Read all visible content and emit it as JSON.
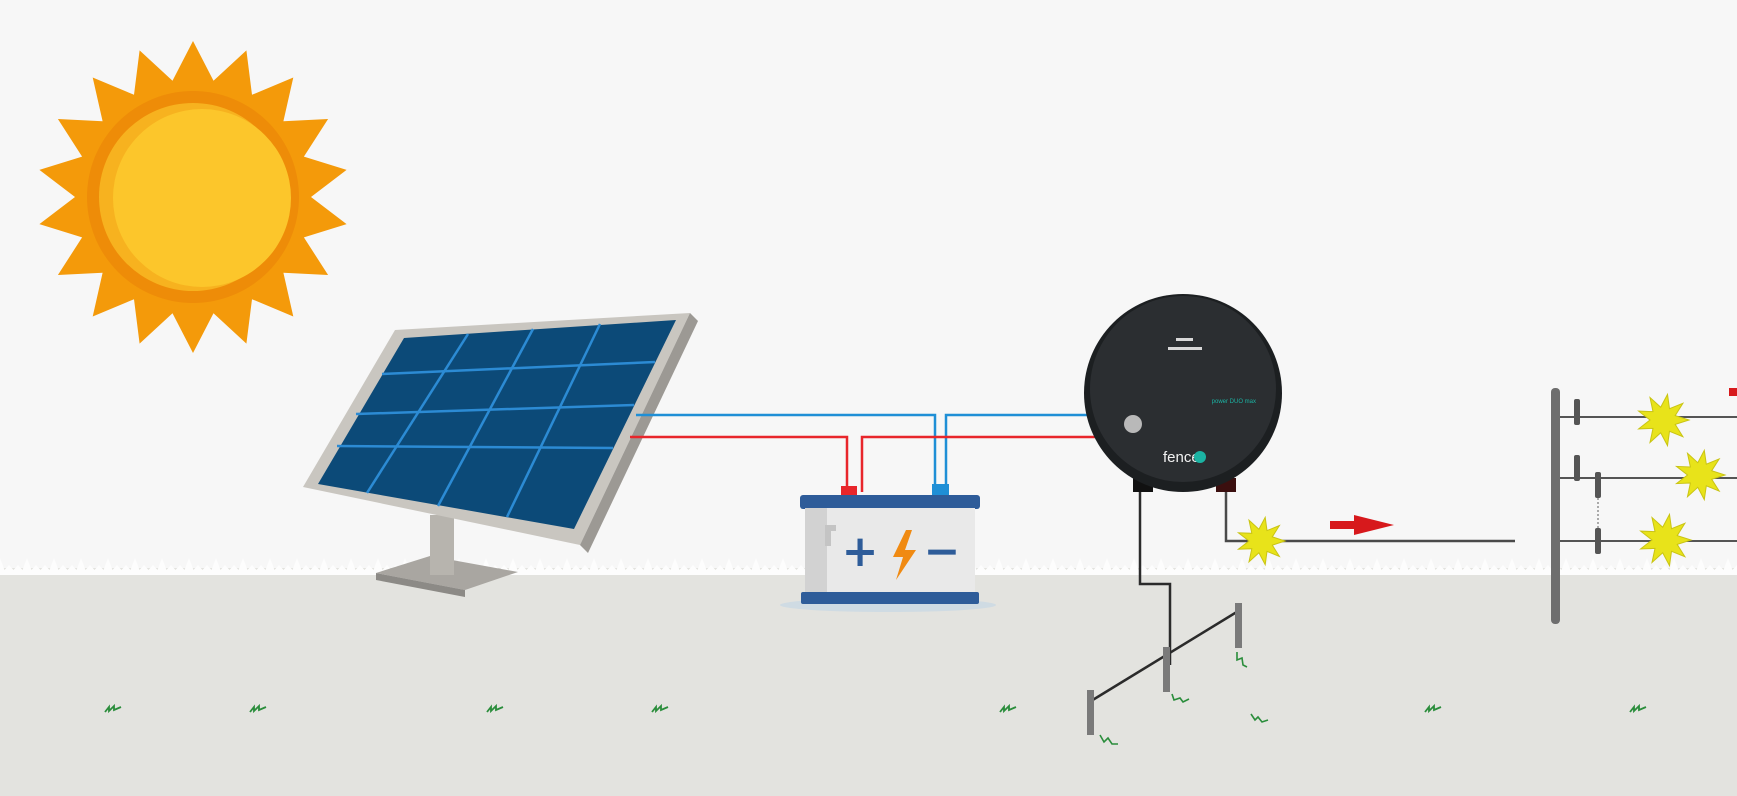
{
  "diagram": {
    "kind": "solar-electric-fence-setup",
    "components": [
      {
        "id": "sun",
        "icon": "sun-icon"
      },
      {
        "id": "solar-panel",
        "icon": "solar-panel-icon"
      },
      {
        "id": "battery",
        "icon": "car-battery-icon"
      },
      {
        "id": "energizer",
        "icon": "fence-energizer-icon"
      },
      {
        "id": "earth-rods",
        "icon": "ground-rod-icon"
      },
      {
        "id": "fence-post",
        "icon": "fence-post-icon"
      }
    ],
    "battery_symbols": {
      "plus": "+",
      "minus": "−"
    },
    "energizer": {
      "brand": "fence",
      "model_text": "power DUO max"
    },
    "colors": {
      "positive_wire": "#e8262b",
      "negative_wire": "#1f8fd6",
      "spark": "#e8e31a",
      "flow_arrow": "#d7191c",
      "sun_outer": "#f49a0a",
      "sun_inner": "#fcc62b",
      "panel_cells": "#0c4a78",
      "energizer_body": "#242729",
      "ground": "#e3e3df"
    }
  }
}
